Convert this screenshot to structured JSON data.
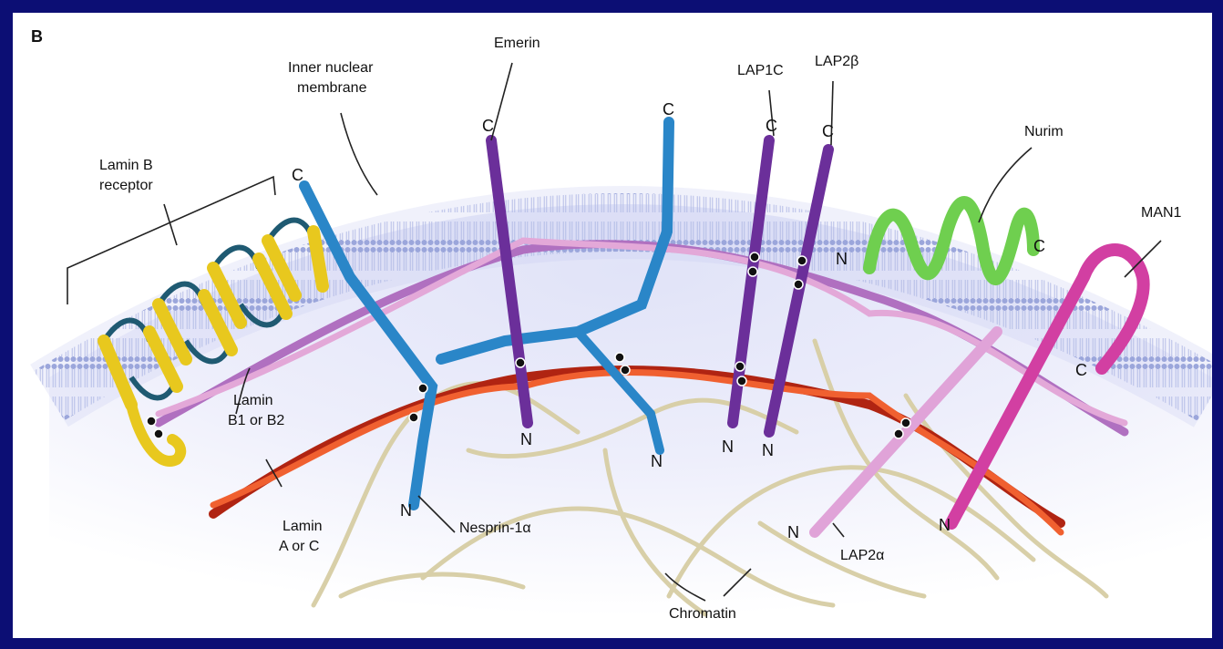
{
  "panel_letter": "B",
  "labels": {
    "lamin_b_receptor_l1": "Lamin B",
    "lamin_b_receptor_l2": "receptor",
    "inner_membrane_l1": "Inner nuclear",
    "inner_membrane_l2": "membrane",
    "emerin": "Emerin",
    "lap1c": "LAP1C",
    "lap2b": "LAP2β",
    "nurim": "Nurim",
    "man1": "MAN1",
    "lamin_b12_l1": "Lamin",
    "lamin_b12_l2": "B1 or B2",
    "lamin_ac_l1": "Lamin",
    "lamin_ac_l2": "A or C",
    "nesprin": "Nesprin-1α",
    "lap2a": "LAP2α",
    "chromatin": "Chromatin"
  },
  "termini": {
    "c": "C",
    "n": "N"
  },
  "colors": {
    "frame": "#0c0e74",
    "membrane": "#9aa7d6",
    "lamin_b_receptor": "#f2dc3a",
    "emerin_lap": "#6b2f9a",
    "nesprin": "#2a86c8",
    "nurim": "#6fcf4f",
    "man1": "#d23fa2",
    "lamin_b": "#b070c0",
    "lamin_a": "#d8361c",
    "chromatin": "#d8cfa8"
  }
}
